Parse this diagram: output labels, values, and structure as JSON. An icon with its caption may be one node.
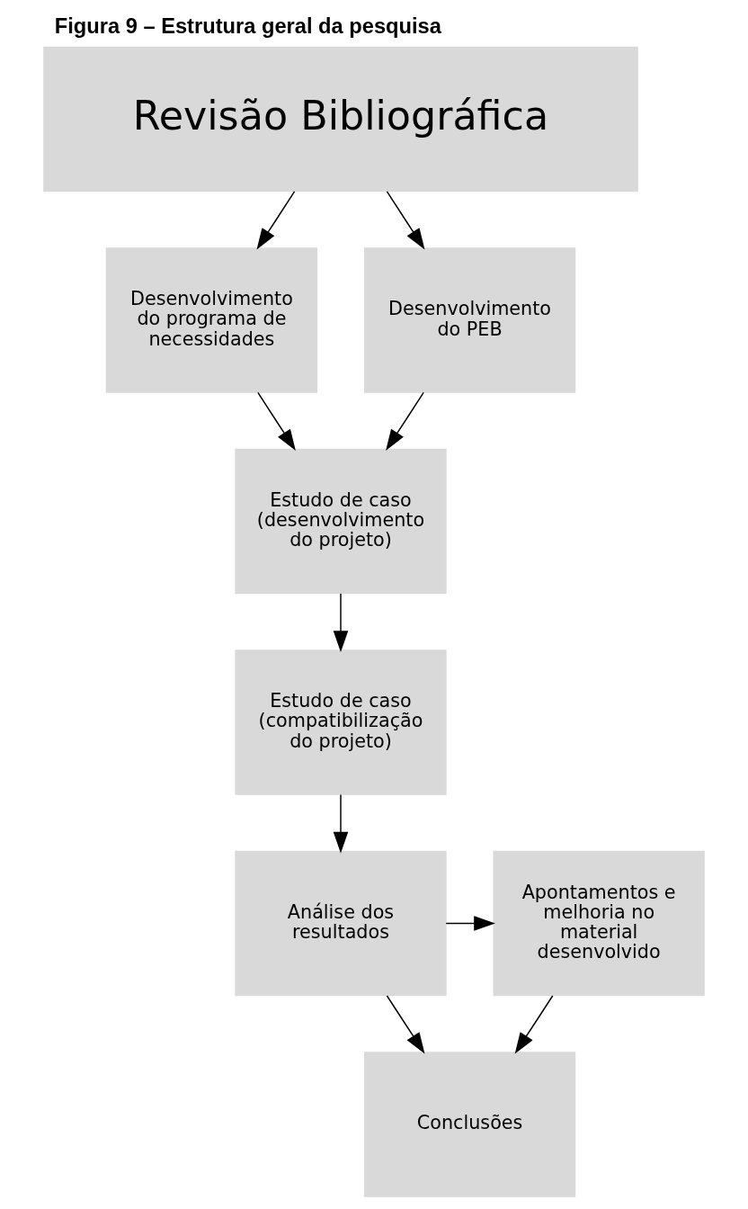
{
  "diagram": {
    "title": "Figura 9 – Estrutura geral da pesquisa",
    "nodes": [
      {
        "text": [
          "Revisão Bibliográfica"
        ]
      },
      {
        "text": [
          "Desenvolvimento do programa de necessidades"
        ]
      },
      {
        "text": [
          "Desenvolvimento do PEB"
        ]
      },
      {
        "text": [
          "Estudo de caso (desenvolvimento do projeto)"
        ]
      },
      {
        "text": [
          "Estudo de caso (compatibilização do projeto)"
        ]
      },
      {
        "text": [
          "Análise dos resultados"
        ]
      },
      {
        "text": [
          "Apontamentos e melhoria no material desenvolvido"
        ]
      },
      {
        "text": [
          "Conclusões"
        ]
      }
    ],
    "edges": [
      {
        "from": 0,
        "to": 1,
        "arrow": "to"
      },
      {
        "from": 0,
        "to": 2,
        "arrow": "to"
      },
      {
        "from": 1,
        "to": 3,
        "arrow": "to"
      },
      {
        "from": 2,
        "to": 3,
        "arrow": "to"
      },
      {
        "from": 3,
        "to": 4,
        "arrow": "to"
      },
      {
        "from": 4,
        "to": 5,
        "arrow": "to"
      },
      {
        "from": 5,
        "to": 6,
        "arrow": "to"
      },
      {
        "from": 5,
        "to": 7,
        "arrow": "to"
      },
      {
        "from": 6,
        "to": 7,
        "arrow": "to"
      }
    ]
  }
}
